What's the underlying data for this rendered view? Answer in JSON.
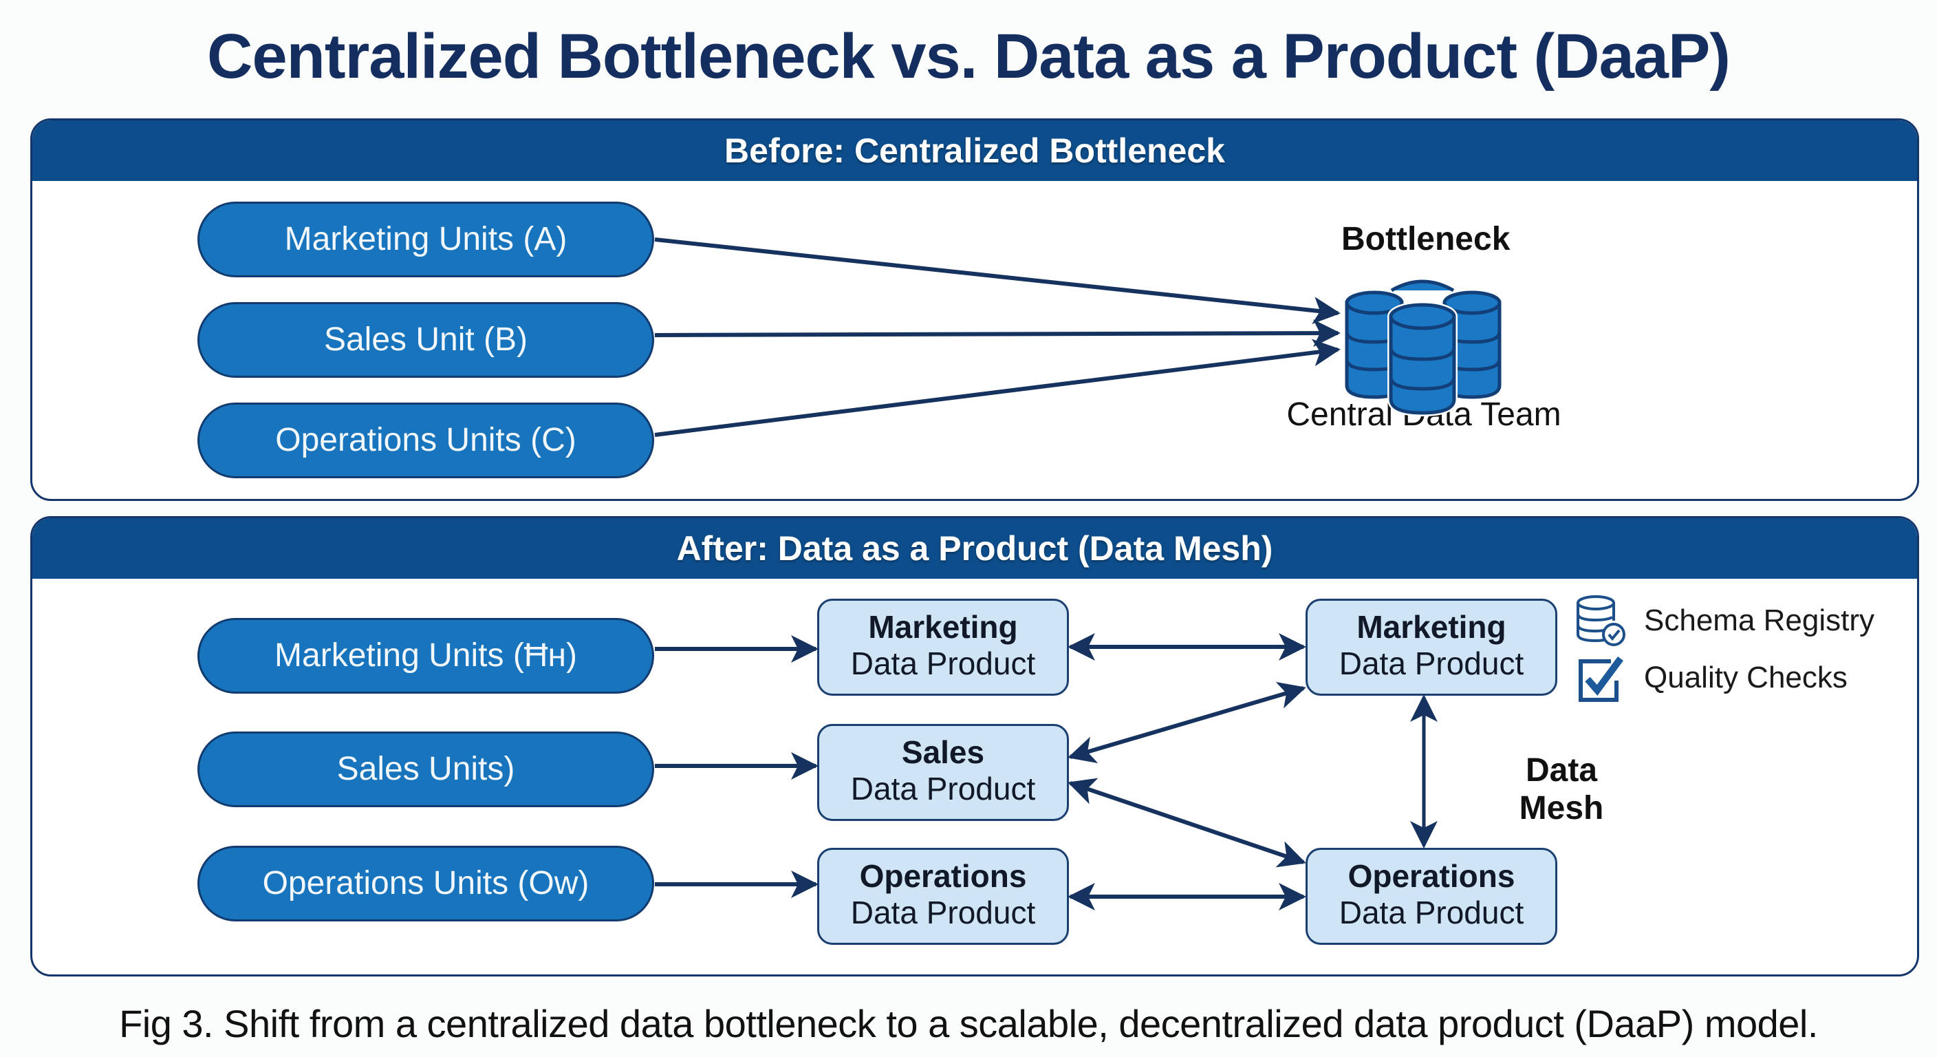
{
  "title": "Centralized Bottleneck vs. Data as a Product (DaaP)",
  "before": {
    "header": "Before: Centralized Bottleneck",
    "units": [
      "Marketing Units (A)",
      "Sales Unit (B)",
      "Operations Units (C)"
    ],
    "hub_label": "Bottleneck",
    "hub_caption": "Central Data Team",
    "hub_icon": "database-cluster-icon"
  },
  "after": {
    "header": "After: Data as a Product (Data Mesh)",
    "units": [
      "Marketing Units (Ħн)",
      "Sales Units)",
      "Operations Units (Ow)"
    ],
    "products_left": [
      {
        "title": "Marketing",
        "subtitle": "Data Product"
      },
      {
        "title": "Sales",
        "subtitle": "Data Product"
      },
      {
        "title": "Operations",
        "subtitle": "Data Product"
      }
    ],
    "products_right": [
      {
        "title": "Marketing",
        "subtitle": "Data Product"
      },
      {
        "title": "Operations",
        "subtitle": "Data Product"
      }
    ],
    "mesh_label": "Data Mesh",
    "legend": [
      {
        "icon": "database-check-icon",
        "label": "Schema Registry"
      },
      {
        "icon": "checkbox-icon",
        "label": "Quality Checks"
      }
    ]
  },
  "caption": "Fig 3. Shift from a centralized data bottleneck to a scalable, decentralized data product (DaaP) model.",
  "colors": {
    "title": "#142f5f",
    "header_bar": "#0d4d8b",
    "pill_fill": "#1874bd",
    "box_fill": "#cfe4f4",
    "arrow": "#16325f"
  }
}
